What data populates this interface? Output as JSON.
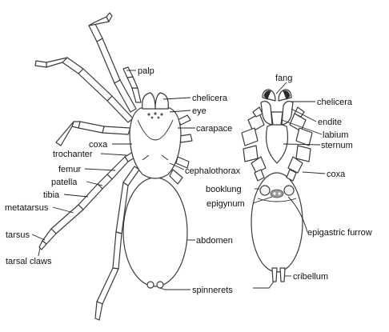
{
  "labels": {
    "palp": "palp",
    "chelicera_left": "chelicera",
    "eye": "eye",
    "carapace": "carapace",
    "coxa_left": "coxa",
    "trochanter": "trochanter",
    "femur": "femur",
    "patella": "patella",
    "tibia": "tibia",
    "metatarsus": "metatarsus",
    "tarsus": "tarsus",
    "tarsal_claws": "tarsal claws",
    "cephalothorax": "cephalothorax",
    "abdomen": "abdomen",
    "spinnerets": "spinnerets",
    "fang": "fang",
    "chelicera_right": "chelicera",
    "endite": "endite",
    "labium": "labium",
    "sternum": "sternum",
    "coxa_right": "coxa",
    "booklung": "booklung",
    "epigynum": "epigynum",
    "epigastric_furrow": "epigastric furrow",
    "cribellum": "cribellum"
  }
}
